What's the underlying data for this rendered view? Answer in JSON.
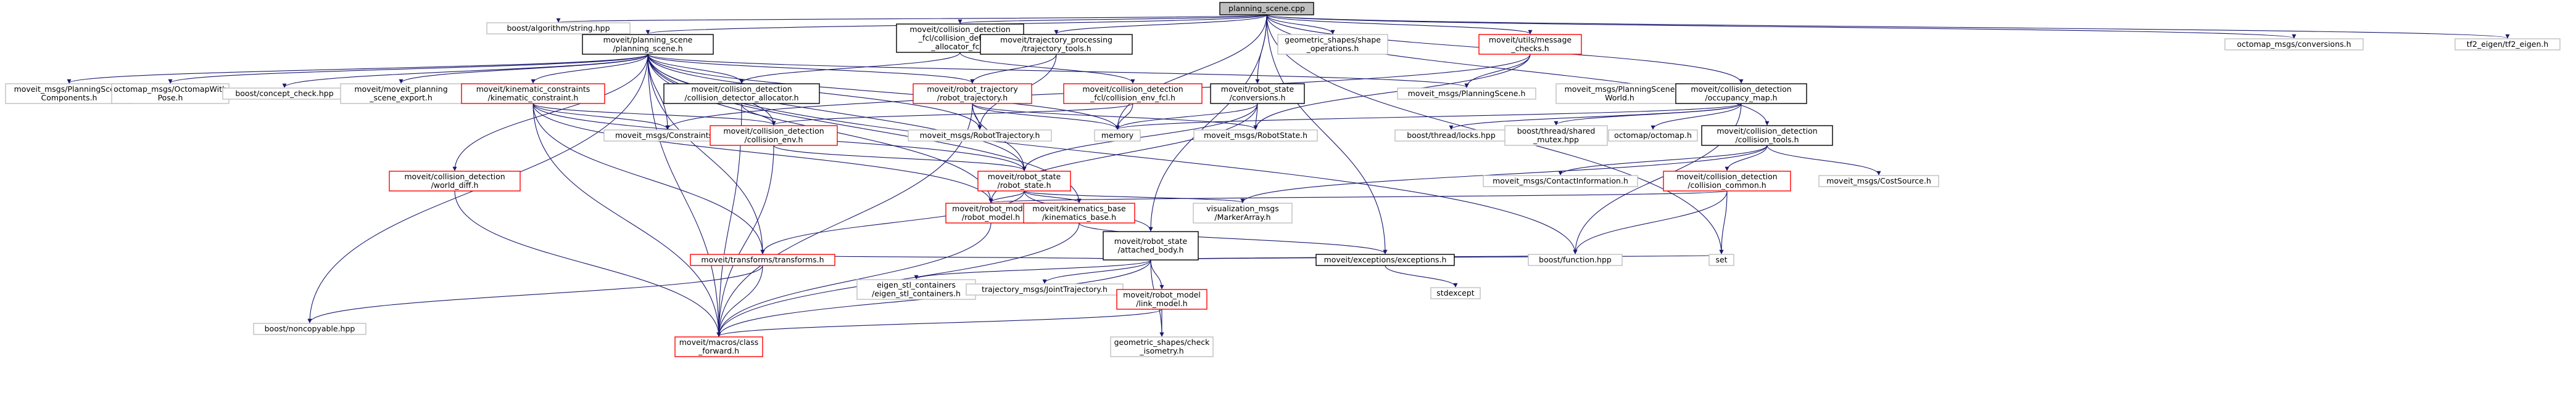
{
  "colors": {
    "edge": "#191970",
    "root_fill": "#bfbfbf",
    "documented_border": "#000000",
    "undocumented_border": "#bfbfbf",
    "truncated_border": "#ff0000"
  },
  "nodes": [
    {
      "id": "root",
      "style": "root",
      "lines": [
        "planning_scene.cpp"
      ]
    },
    {
      "id": "boost_algorithm_string",
      "style": "grey",
      "lines": [
        "boost/algorithm/string.hpp"
      ]
    },
    {
      "id": "planning_scene_h",
      "style": "black",
      "lines": [
        "moveit/planning_scene",
        "/planning_scene.h"
      ]
    },
    {
      "id": "collision_detector_allocator_fcl",
      "style": "black",
      "lines": [
        "moveit/collision_detection",
        "_fcl/collision_detector",
        "_allocator_fcl.h"
      ]
    },
    {
      "id": "trajectory_tools",
      "style": "black",
      "lines": [
        "moveit/trajectory_processing",
        "/trajectory_tools.h"
      ]
    },
    {
      "id": "shape_operations",
      "style": "grey",
      "lines": [
        "geometric_shapes/shape",
        "_operations.h"
      ]
    },
    {
      "id": "message_checks",
      "style": "red",
      "lines": [
        "moveit/utils/message",
        "_checks.h"
      ]
    },
    {
      "id": "octomap_conversions",
      "style": "grey",
      "lines": [
        "octomap_msgs/conversions.h"
      ]
    },
    {
      "id": "tf2_eigen",
      "style": "grey",
      "lines": [
        "tf2_eigen/tf2_eigen.h"
      ]
    },
    {
      "id": "planning_scene_components",
      "style": "grey",
      "lines": [
        "moveit_msgs/PlanningScene",
        "Components.h"
      ]
    },
    {
      "id": "octomap_with_pose",
      "style": "grey",
      "lines": [
        "octomap_msgs/OctomapWith",
        "Pose.h"
      ]
    },
    {
      "id": "concept_check",
      "style": "grey",
      "lines": [
        "boost/concept_check.hpp"
      ]
    },
    {
      "id": "moveit_planning_scene_export",
      "style": "grey",
      "lines": [
        "moveit/moveit_planning",
        "_scene_export.h"
      ]
    },
    {
      "id": "kinematic_constraint",
      "style": "red",
      "lines": [
        "moveit/kinematic_constraints",
        "/kinematic_constraint.h"
      ]
    },
    {
      "id": "collision_detector_allocator",
      "style": "black",
      "lines": [
        "moveit/collision_detection",
        "/collision_detector_allocator.h"
      ]
    },
    {
      "id": "robot_trajectory",
      "style": "red",
      "lines": [
        "moveit/robot_trajectory",
        "/robot_trajectory.h"
      ]
    },
    {
      "id": "collision_env_fcl",
      "style": "red",
      "lines": [
        "moveit/collision_detection",
        "_fcl/collision_env_fcl.h"
      ]
    },
    {
      "id": "robot_state_conversions",
      "style": "black",
      "lines": [
        "moveit/robot_state",
        "/conversions.h"
      ]
    },
    {
      "id": "msg_planning_scene",
      "style": "grey",
      "lines": [
        "moveit_msgs/PlanningScene.h"
      ]
    },
    {
      "id": "planning_scene_world",
      "style": "grey",
      "lines": [
        "moveit_msgs/PlanningScene",
        "World.h"
      ]
    },
    {
      "id": "occupancy_map",
      "style": "black",
      "lines": [
        "moveit/collision_detection",
        "/occupancy_map.h"
      ]
    },
    {
      "id": "constraints_msg",
      "style": "grey",
      "lines": [
        "moveit_msgs/Constraints.h"
      ]
    },
    {
      "id": "collision_env",
      "style": "red",
      "lines": [
        "moveit/collision_detection",
        "/collision_env.h"
      ]
    },
    {
      "id": "robot_trajectory_msg",
      "style": "grey",
      "lines": [
        "moveit_msgs/RobotTrajectory.h"
      ]
    },
    {
      "id": "memory",
      "style": "grey",
      "lines": [
        "memory"
      ]
    },
    {
      "id": "robot_state_msg",
      "style": "grey",
      "lines": [
        "moveit_msgs/RobotState.h"
      ]
    },
    {
      "id": "thread_locks",
      "style": "grey",
      "lines": [
        "boost/thread/locks.hpp"
      ]
    },
    {
      "id": "shared_mutex",
      "style": "grey",
      "lines": [
        "boost/thread/shared",
        "_mutex.hpp"
      ]
    },
    {
      "id": "octomap_h",
      "style": "grey",
      "lines": [
        "octomap/octomap.h"
      ]
    },
    {
      "id": "collision_tools",
      "style": "black",
      "lines": [
        "moveit/collision_detection",
        "/collision_tools.h"
      ]
    },
    {
      "id": "world_diff",
      "style": "red",
      "lines": [
        "moveit/collision_detection",
        "/world_diff.h"
      ]
    },
    {
      "id": "robot_state_h",
      "style": "red",
      "lines": [
        "moveit/robot_state",
        "/robot_state.h"
      ]
    },
    {
      "id": "contact_information",
      "style": "grey",
      "lines": [
        "moveit_msgs/ContactInformation.h"
      ]
    },
    {
      "id": "collision_common",
      "style": "red",
      "lines": [
        "moveit/collision_detection",
        "/collision_common.h"
      ]
    },
    {
      "id": "cost_source",
      "style": "grey",
      "lines": [
        "moveit_msgs/CostSource.h"
      ]
    },
    {
      "id": "marker_array",
      "style": "grey",
      "lines": [
        "visualization_msgs",
        "/MarkerArray.h"
      ]
    },
    {
      "id": "robot_model",
      "style": "red",
      "lines": [
        "moveit/robot_model",
        "/robot_model.h"
      ]
    },
    {
      "id": "kinematics_base",
      "style": "red",
      "lines": [
        "moveit/kinematics_base",
        "/kinematics_base.h"
      ]
    },
    {
      "id": "attached_body",
      "style": "black",
      "lines": [
        "moveit/robot_state",
        "/attached_body.h"
      ]
    },
    {
      "id": "transforms",
      "style": "red",
      "lines": [
        "moveit/transforms/transforms.h"
      ]
    },
    {
      "id": "eigen_stl_containers",
      "style": "grey",
      "lines": [
        "eigen_stl_containers",
        "/eigen_stl_containers.h"
      ]
    },
    {
      "id": "joint_trajectory",
      "style": "grey",
      "lines": [
        "trajectory_msgs/JointTrajectory.h"
      ]
    },
    {
      "id": "link_model",
      "style": "red",
      "lines": [
        "moveit/robot_model",
        "/link_model.h"
      ]
    },
    {
      "id": "exceptions",
      "style": "black",
      "lines": [
        "moveit/exceptions/exceptions.h"
      ]
    },
    {
      "id": "boost_function",
      "style": "grey",
      "lines": [
        "boost/function.hpp"
      ]
    },
    {
      "id": "set",
      "style": "grey",
      "lines": [
        "set"
      ]
    },
    {
      "id": "noncopyable",
      "style": "grey",
      "lines": [
        "boost/noncopyable.hpp"
      ]
    },
    {
      "id": "class_forward",
      "style": "red",
      "lines": [
        "moveit/macros/class",
        "_forward.h"
      ]
    },
    {
      "id": "check_isometry",
      "style": "grey",
      "lines": [
        "geometric_shapes/check",
        "_isometry.h"
      ]
    },
    {
      "id": "stdexcept",
      "style": "grey",
      "lines": [
        "stdexcept"
      ]
    }
  ]
}
